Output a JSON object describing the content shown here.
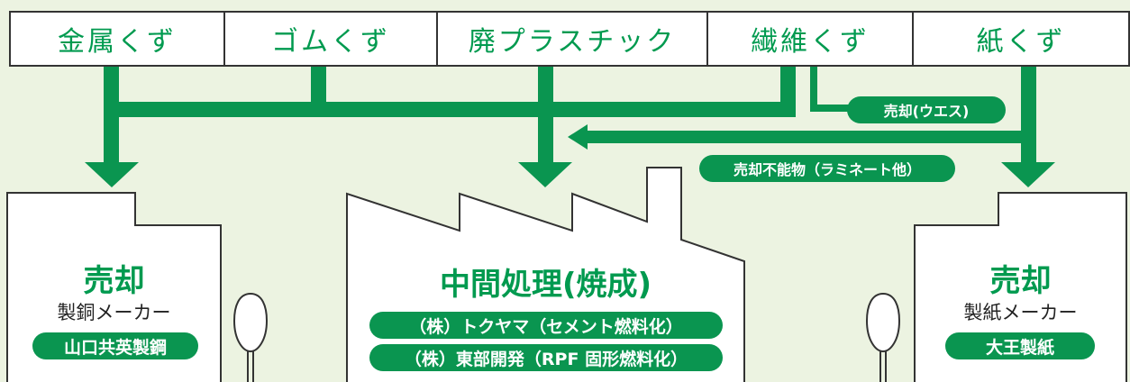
{
  "categories": [
    "金属くず",
    "ゴムくず",
    "廃プラスチック",
    "繊維くず",
    "紙くず"
  ],
  "flow_labels": {
    "sale_waste_cloth": "売却(ウエス)",
    "unsaleable": "売却不能物（ラミネート他）"
  },
  "destinations": {
    "left": {
      "title": "売却",
      "subtitle": "製銅メーカー",
      "companies": [
        "山口共英製鋼"
      ]
    },
    "center": {
      "title": "中間処理(焼成)",
      "companies": [
        "（株）トクヤマ（セメント燃料化）",
        "（株）東部開発（RPF 固形燃料化）"
      ]
    },
    "right": {
      "title": "売却",
      "subtitle": "製紙メーカー",
      "companies": [
        "大王製紙"
      ]
    }
  },
  "colors": {
    "background": "#ecf3e1",
    "green": "#0a9550",
    "text_green": "#009a4f",
    "outline": "#333333"
  }
}
